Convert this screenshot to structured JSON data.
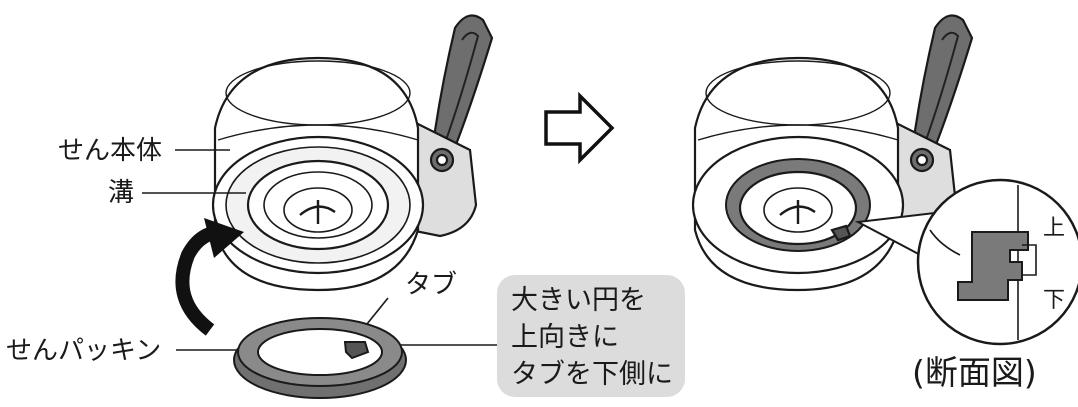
{
  "labels": {
    "plug_body": "せん本体",
    "groove": "溝",
    "tab": "タブ",
    "plug_gasket": "せんパッキン"
  },
  "callout": {
    "line1": "大きい円を",
    "line2": "上向きに",
    "line3": "タブを下側に"
  },
  "section_view": {
    "top": "上",
    "bottom": "下",
    "caption": "(断面図)"
  },
  "colors": {
    "outline": "#1a1a1a",
    "gasket_dark": "#707070",
    "handle": "#6e6e6e",
    "callout_bg": "#dcdcdc",
    "arrow": "#111111"
  }
}
